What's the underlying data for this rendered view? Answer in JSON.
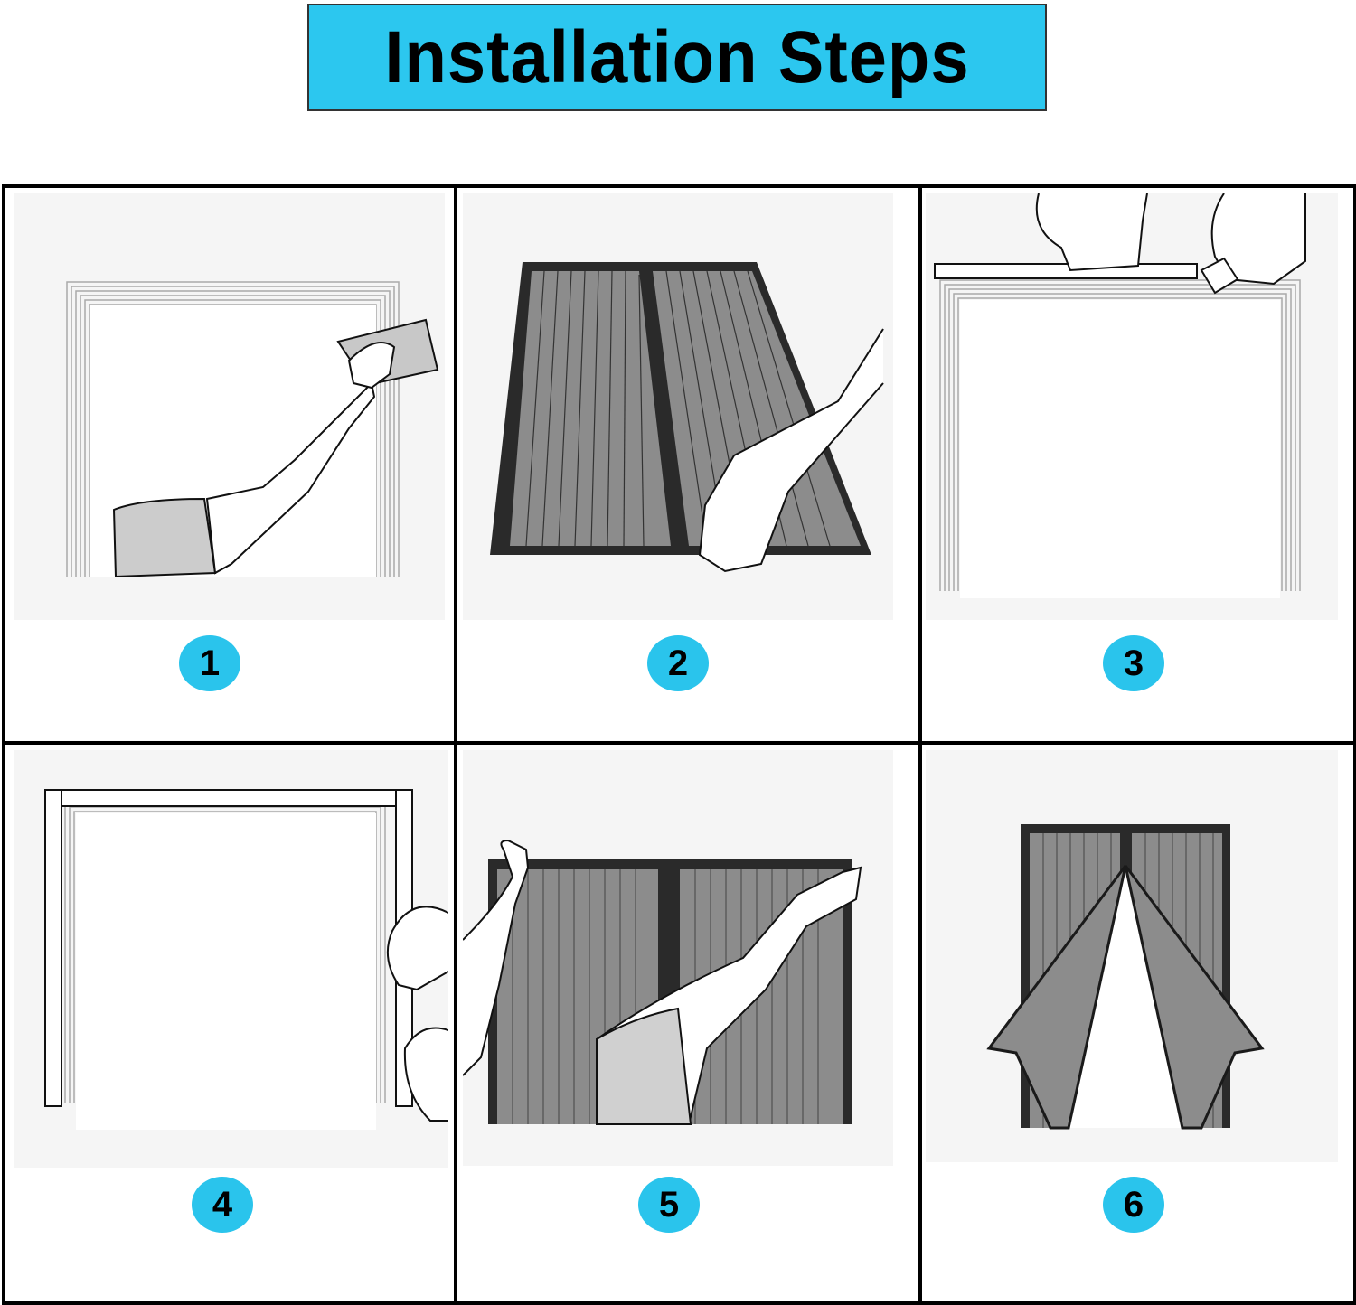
{
  "header": {
    "title": "Installation Steps",
    "background_color": "#2cc7ef"
  },
  "steps": [
    {
      "number": "1",
      "illustration": "hand-wiping-door-frame-with-cloth"
    },
    {
      "number": "2",
      "illustration": "hand-laying-out-magnetic-screen-curtain"
    },
    {
      "number": "3",
      "illustration": "hands-pressing-adhesive-strip-on-top-frame"
    },
    {
      "number": "4",
      "illustration": "hands-applying-adhesive-strip-on-side-frame"
    },
    {
      "number": "5",
      "illustration": "arms-attaching-screen-curtain-to-frame"
    },
    {
      "number": "6",
      "illustration": "installed-magnetic-screen-door-parting"
    }
  ],
  "colors": {
    "badge": "#2ac4ec",
    "grid_border": "#000000",
    "screen_mesh": "#8c8c8c",
    "screen_frame": "#2a2a2a"
  }
}
